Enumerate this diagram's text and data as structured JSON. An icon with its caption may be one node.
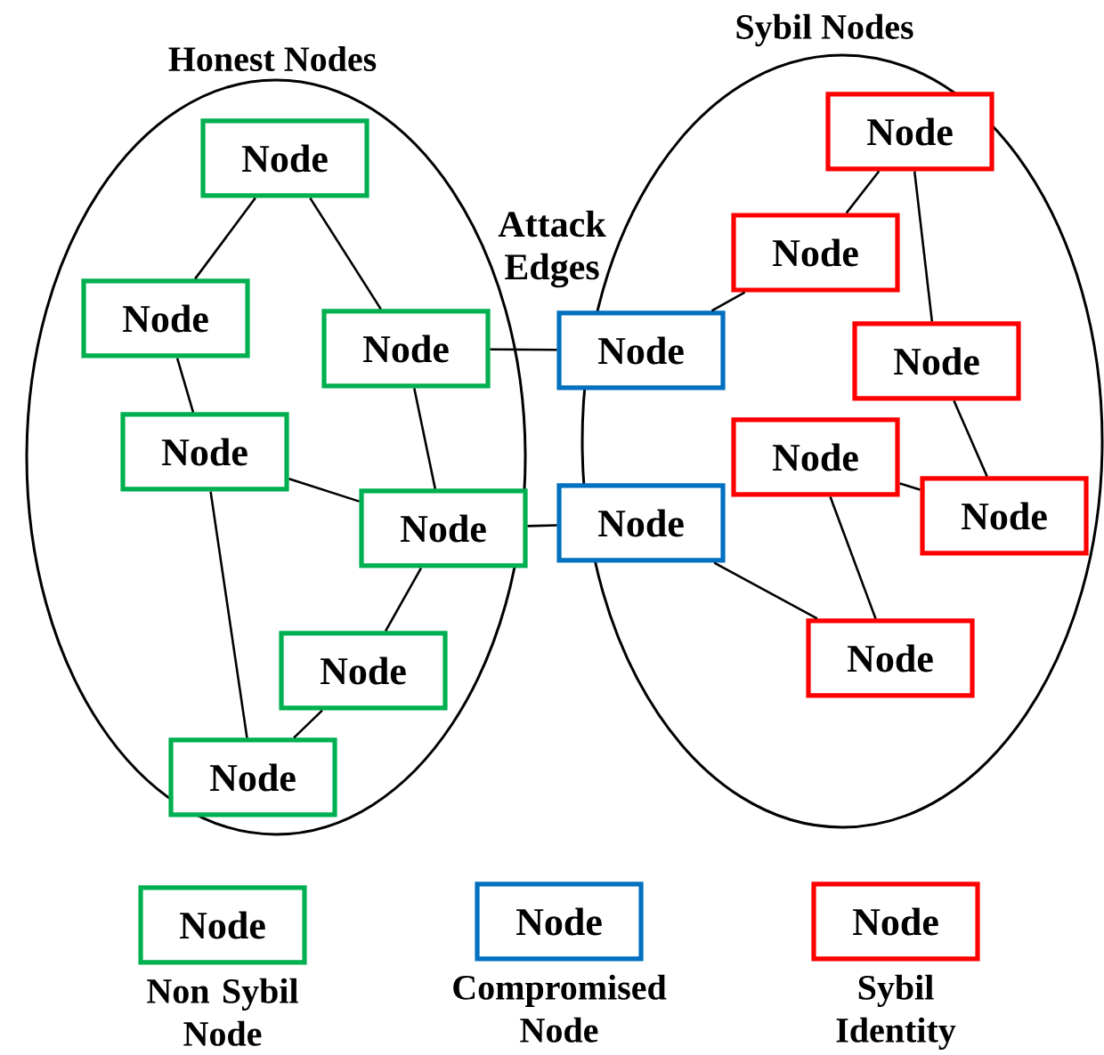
{
  "diagram": {
    "nodes": [
      {
        "text": [
          "Honest Nodes"
        ]
      },
      {
        "text": [
          "Sybil Nodes"
        ]
      },
      {
        "text": [
          "Node"
        ],
        "in": 0
      },
      {
        "text": [
          "Node"
        ],
        "in": 0
      },
      {
        "text": [
          "Node"
        ],
        "in": 0
      },
      {
        "text": [
          "Node"
        ],
        "in": 0
      },
      {
        "text": [
          "Node"
        ],
        "in": 0
      },
      {
        "text": [
          "Node"
        ],
        "in": 0
      },
      {
        "text": [
          "Node"
        ],
        "in": 0
      },
      {
        "text": [
          "Node"
        ]
      },
      {
        "text": [
          "Node"
        ]
      },
      {
        "text": [
          "Node"
        ],
        "in": 1
      },
      {
        "text": [
          "Node"
        ],
        "in": 1
      },
      {
        "text": [
          "Node"
        ],
        "in": 1
      },
      {
        "text": [
          "Node"
        ],
        "in": 1
      },
      {
        "text": [
          "Node"
        ],
        "in": 1
      },
      {
        "text": [
          "Node"
        ],
        "in": 1
      },
      {
        "text": [
          "Node"
        ],
        "beside": [
          "Non Sybil Node"
        ]
      },
      {
        "text": [
          "Node"
        ],
        "beside": [
          "Compromised Node"
        ]
      },
      {
        "text": [
          "Node"
        ],
        "beside": [
          "Sybil Identity"
        ]
      }
    ],
    "edges": [
      {
        "from": 2,
        "to": 3,
        "arrow": "none"
      },
      {
        "from": 2,
        "to": 4,
        "arrow": "none"
      },
      {
        "from": 3,
        "to": 5,
        "arrow": "none"
      },
      {
        "from": 4,
        "to": 6,
        "arrow": "none"
      },
      {
        "from": 5,
        "to": 6,
        "arrow": "none"
      },
      {
        "from": 5,
        "to": 8,
        "arrow": "none"
      },
      {
        "from": 6,
        "to": 7,
        "arrow": "none"
      },
      {
        "from": 7,
        "to": 8,
        "arrow": "none"
      },
      {
        "from": 4,
        "to": 9,
        "arrow": "none"
      },
      {
        "from": 6,
        "to": 10,
        "arrow": "none"
      },
      {
        "from": 11,
        "to": 12,
        "arrow": "none"
      },
      {
        "from": 11,
        "to": 13,
        "arrow": "none"
      },
      {
        "from": 12,
        "to": 9,
        "arrow": "none"
      },
      {
        "from": 13,
        "to": 15,
        "arrow": "none"
      },
      {
        "from": 14,
        "to": 15,
        "arrow": "none"
      },
      {
        "from": 14,
        "to": 16,
        "arrow": "none"
      },
      {
        "from": 10,
        "to": 16,
        "arrow": "none"
      }
    ],
    "labels": [
      "Attack Edges"
    ]
  }
}
